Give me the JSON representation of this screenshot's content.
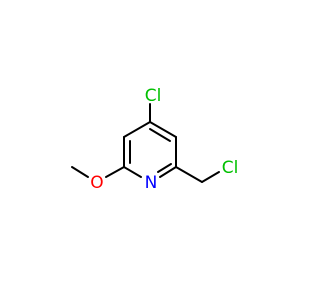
{
  "molecule": {
    "atoms": {
      "cl_ring": {
        "symbol": "Cl",
        "color": "#00c000"
      },
      "cl_chain": {
        "symbol": "Cl",
        "color": "#00c000"
      },
      "n": {
        "symbol": "N",
        "color": "#0000ff"
      },
      "o": {
        "symbol": "O",
        "color": "#ff0000"
      }
    },
    "bond_color": "#000000"
  }
}
